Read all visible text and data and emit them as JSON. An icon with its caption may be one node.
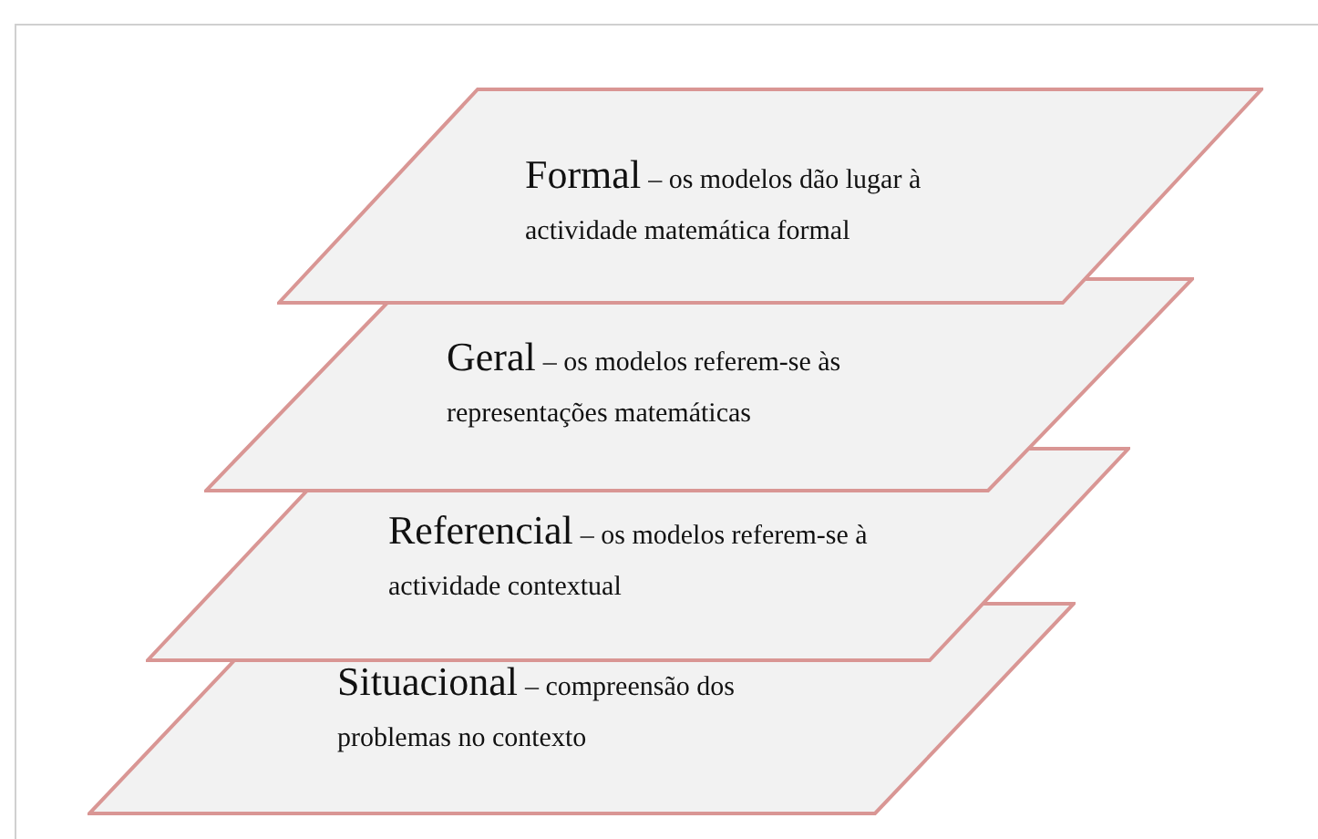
{
  "diagram": {
    "nodes": [
      {
        "text": [
          "Formal",
          "– os modelos dão lugar à actividade matemática formal"
        ]
      },
      {
        "text": [
          "Geral",
          "– os modelos referem-se às representações matemáticas"
        ]
      },
      {
        "text": [
          "Referencial",
          "– os modelos referem-se à actividade contextual"
        ]
      },
      {
        "text": [
          "Situacional",
          "– compreensão dos problemas no contexto"
        ]
      }
    ]
  }
}
